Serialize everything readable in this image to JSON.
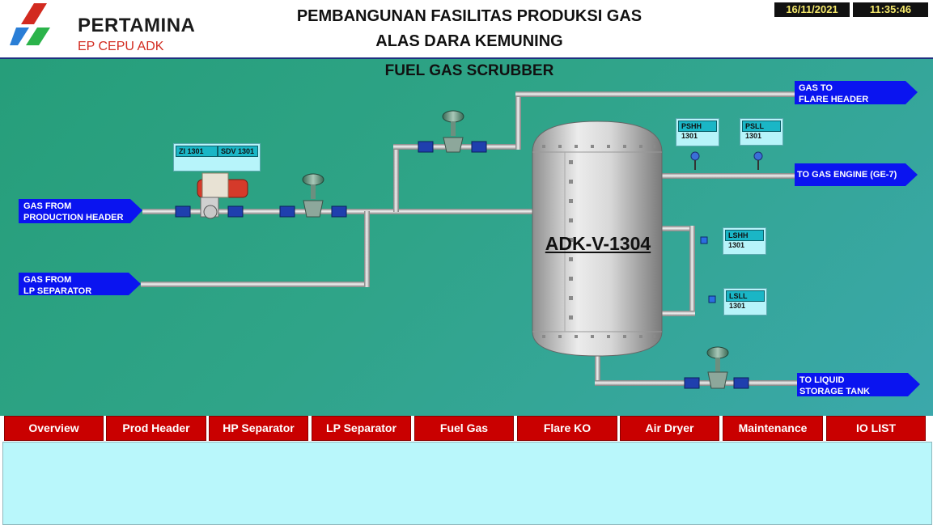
{
  "header": {
    "brand": "PERTAMINA",
    "subbrand": "EP CEPU ADK",
    "title_line1": "PEMBANGUNAN FASILITAS PRODUKSI GAS",
    "title_line2": "ALAS DARA KEMUNING",
    "date": "16/11/2021",
    "time": "11:35:46"
  },
  "screen": {
    "title": "FUEL GAS SCRUBBER",
    "vessel_tag": "ADK-V-1304"
  },
  "streams": {
    "gas_from_production_line1": "GAS FROM",
    "gas_from_production_line2": "PRODUCTION HEADER",
    "gas_from_lp_line1": "GAS FROM",
    "gas_from_lp_line2": "LP SEPARATOR",
    "gas_to_flare_line1": "GAS TO",
    "gas_to_flare_line2": "FLARE HEADER",
    "to_gas_engine": "TO GAS ENGINE (GE-7)",
    "to_liquid_line1": "TO LIQUID",
    "to_liquid_line2": "STORAGE TANK"
  },
  "instruments": {
    "zi": "ZI 1301",
    "sdv": "SDV 1301",
    "pshh": "PSHH 1301",
    "psll": "PSLL 1301",
    "lshh": "LSHH 1301",
    "lsll": "LSLL 1301"
  },
  "nav": [
    "Overview",
    "Prod Header",
    "HP Separator",
    "LP Separator",
    "Fuel Gas",
    "Flare KO",
    "Air Dryer",
    "Maintenance",
    "IO LIST"
  ],
  "colors": {
    "arrow": "#0a14f0",
    "nav": "#c90000",
    "background": "#2fa488",
    "alarm_panel": "#b9f7fb"
  }
}
